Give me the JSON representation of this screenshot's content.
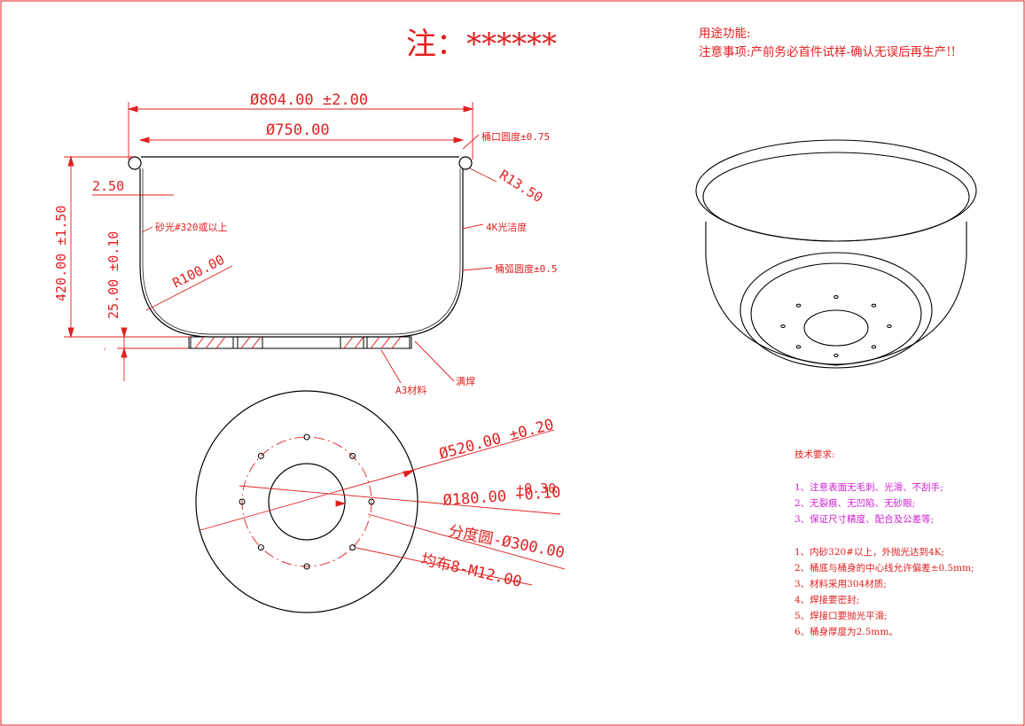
{
  "header": {
    "note_title": "注：******",
    "usage_label": "用途功能:",
    "notice": "注意事项:产前务必首件试样-确认无误后再生产!!"
  },
  "dimensions": {
    "outer_diameter": "Ø804.00 ±2.00",
    "inner_diameter": "Ø750.00",
    "rim_roundness": "桶口圆度±0.75",
    "rim_radius": "R13.50",
    "wall_offset": "2.50",
    "height": "420.00 ±1.50",
    "base_height": "25.00 ±0.10",
    "sand_finish": "砂光#320或以上",
    "polish_finish": "4K光洁度",
    "arc_roundness": "桶弧圆度±0.5",
    "corner_radius": "R100.00",
    "material_label": "A3材料",
    "weld_label": "满焊"
  },
  "bottom_view": {
    "flange_diameter": "Ø520.00 ±0.20",
    "hole_tol_upper": "+0.30",
    "hole_diameter": "Ø180.00 +0.10",
    "pitch_circle": "分度圆-Ø300.00",
    "bolt_pattern": "均布8-M12.00"
  },
  "tech_requirements": {
    "title": "技术要求:",
    "group1": [
      "1、注意表面无毛刺、光滑、不刮手;",
      "2、无裂痕、无凹陷、无砂眼;",
      "3、保证尺寸精度、配合及公差等;"
    ],
    "group2": [
      "1、内砂320#以上，外抛光达到4K;",
      "2、桶底与桶身的中心线允许偏差±0.5mm;",
      "3、材料采用304材质;",
      "4、焊接要密封;",
      "5、焊接口要抛光平滑;",
      "6、桶身厚度为2.5mm。"
    ]
  },
  "colors": {
    "dimension": "#e02020",
    "outline": "#000000",
    "requirements": "#d020d0"
  }
}
